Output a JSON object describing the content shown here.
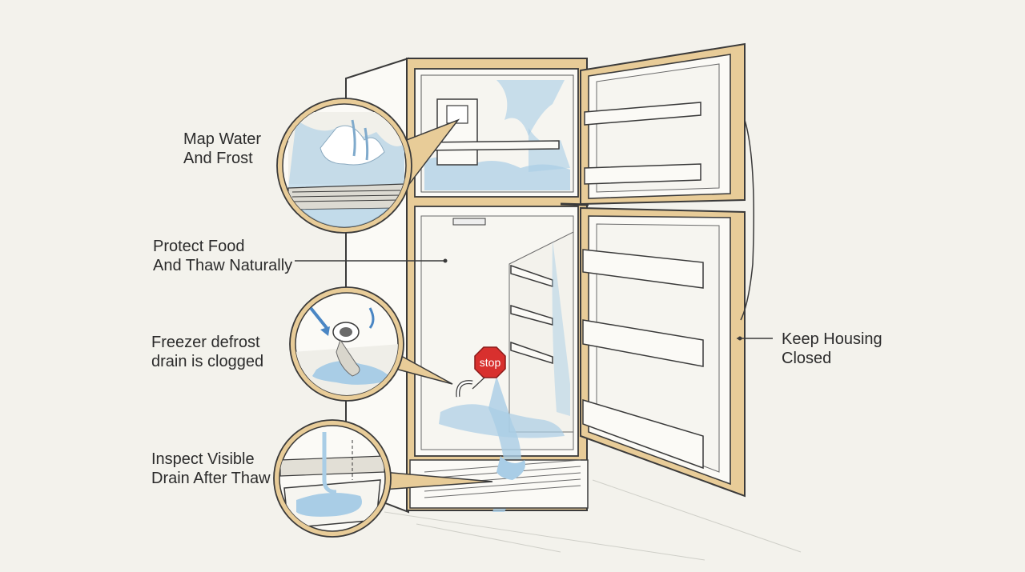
{
  "labels": {
    "map_water": {
      "line1": "Map Water",
      "line2": "And Frost"
    },
    "protect_food": {
      "line1": "Protect Food",
      "line2": "And Thaw Naturally"
    },
    "defrost_drain": {
      "line1": "Freezer defrost",
      "line2": "drain is clogged"
    },
    "inspect_drain": {
      "line1": "Inspect Visible",
      "line2": "Drain After Thaw"
    },
    "keep_housing": {
      "line1": "Keep Housing",
      "line2": "Closed"
    }
  },
  "stop_sign": {
    "text": "stop"
  },
  "colors": {
    "background": "#f3f2ec",
    "frame_tan": "#e8cc98",
    "outline": "#3a3a3a",
    "water_blue": "#a9cde6",
    "stop_red": "#d8302e"
  }
}
